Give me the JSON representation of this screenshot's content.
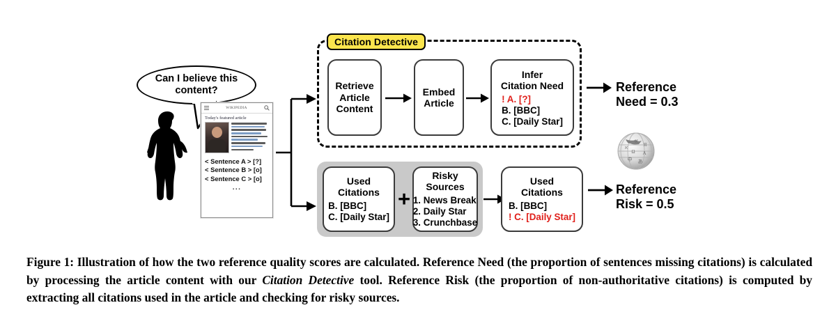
{
  "figure": {
    "caption_parts": {
      "p1": "Figure 1: Illustration of how the two reference quality scores are calculated. Reference Need (the proportion of sentences missing citations) is calculated by processing the article content with our ",
      "em1": "Citation Detective",
      "p2": " tool. Reference Risk (the proportion of non-authoritative citations) is computed by extracting all citations used in the article and checking for risky sources."
    }
  },
  "colors": {
    "detective_badge": "#fbe54d",
    "alert_red": "#e0201b",
    "group_gray": "#c9c9c9",
    "box_border": "#3b3b3b"
  },
  "persona": {
    "speech_bubble": "Can I believe this content?",
    "figure_alt": "person-silhouette"
  },
  "article_preview": {
    "wordmark": "Wikipedia",
    "menu_icon": "hamburger-icon",
    "search_icon": "search-icon",
    "section_title": "Today's featured article",
    "sentences": [
      "< Sentence A > [?]",
      "< Sentence B > [o]",
      "< Sentence C > [o]"
    ],
    "ellipsis": "..."
  },
  "detective": {
    "label": "Citation Detective",
    "nodes": [
      {
        "title": "Retrieve\nArticle\nContent",
        "lines": [
          "Retrieve",
          "Article",
          "Content"
        ]
      },
      {
        "title": "Embed Article",
        "lines": [
          "Embed",
          "Article"
        ]
      },
      {
        "title": "Infer Citation Need",
        "lines": [
          "Infer",
          "Citation Need"
        ],
        "items": [
          {
            "text": "! A. [?]",
            "flagged": true
          },
          {
            "text": "B. [BBC]",
            "flagged": false
          },
          {
            "text": "C. [Daily Star]",
            "flagged": false
          }
        ]
      }
    ]
  },
  "risk_pipeline": {
    "used_citations_before": {
      "lines": [
        "Used",
        "Citations"
      ],
      "items": [
        {
          "text": "B. [BBC]",
          "flagged": false
        },
        {
          "text": "C. [Daily Star]",
          "flagged": false
        }
      ]
    },
    "operator": "+",
    "risky_sources": {
      "lines": [
        "Risky",
        "Sources"
      ],
      "items": [
        {
          "text": "1. News Break",
          "flagged": false
        },
        {
          "text": "2. Daily Star",
          "flagged": false
        },
        {
          "text": "3. Crunchbase",
          "flagged": false
        }
      ]
    },
    "used_citations_after": {
      "lines": [
        "Used",
        "Citations"
      ],
      "items": [
        {
          "text": "B. [BBC]",
          "flagged": false
        },
        {
          "text": "! C. [Daily Star]",
          "flagged": true
        }
      ]
    }
  },
  "outputs": {
    "reference_need": {
      "line1": "Reference",
      "line2": "Need = 0.3",
      "value": 0.3
    },
    "reference_risk": {
      "line1": "Reference",
      "line2": "Risk = 0.5",
      "value": 0.5
    },
    "source_icon": "wikipedia-globe-icon"
  }
}
